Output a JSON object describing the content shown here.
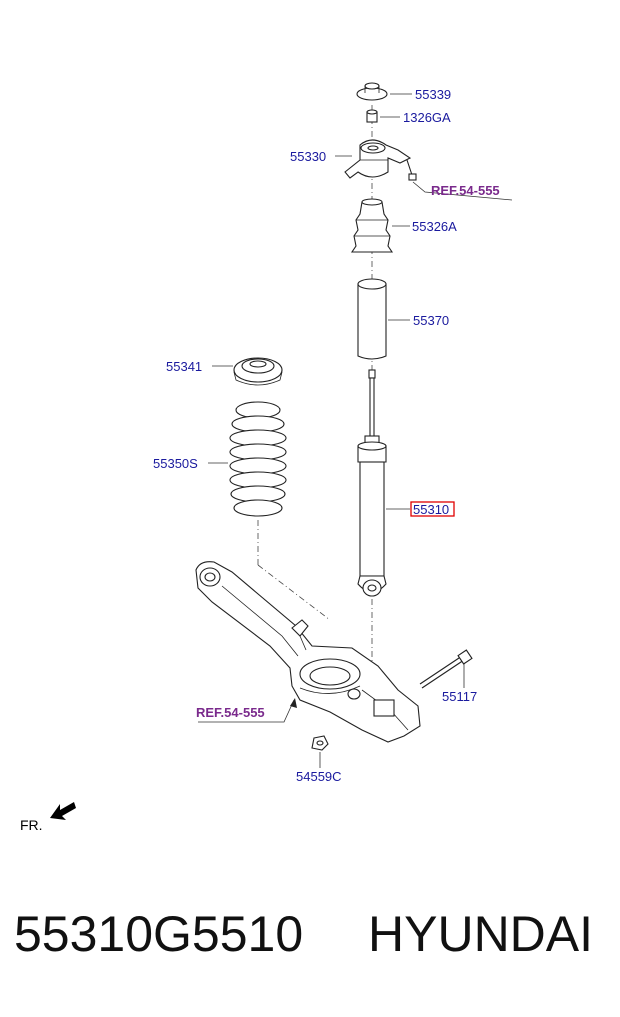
{
  "labels": {
    "top_mount_washer": "55339",
    "nut": "1326GA",
    "upper_mount": "55330",
    "ref_upper": "REF.54-555",
    "bump_stopper": "55326A",
    "dust_cover": "55370",
    "spring_pad": "55341",
    "coil_spring": "55350S",
    "shock_absorber": "55310",
    "bolt": "55117",
    "ref_lower": "REF.54-555",
    "lower_nut": "54559C",
    "front_indicator": "FR."
  },
  "caption": {
    "part_number": "55310G5510",
    "brand": "HYUNDAI"
  },
  "colors": {
    "label": "#1a1a9e",
    "ref": "#7a2a8c",
    "highlight": "#e00000"
  }
}
